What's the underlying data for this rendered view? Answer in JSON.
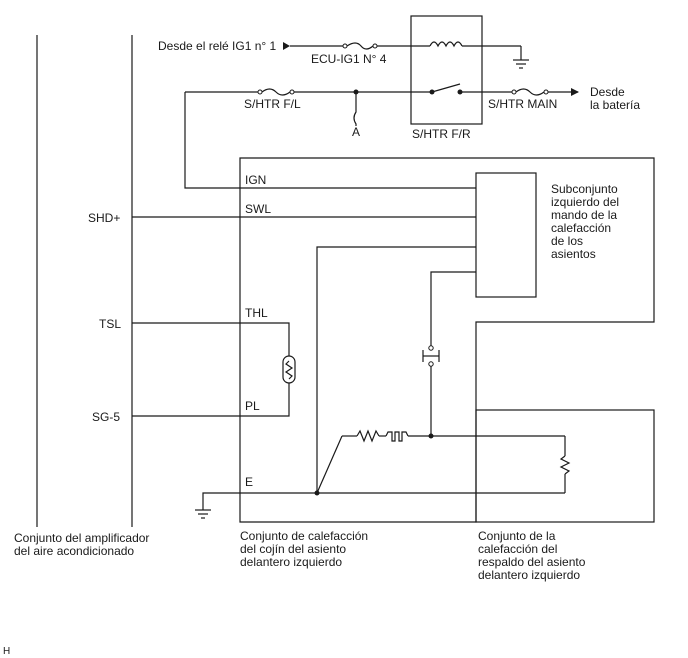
{
  "components": {
    "amplifier": "Conjunto del amplificador\ndel aire acondicionado",
    "cushion_heater": "Conjunto de calefacción\ndel cojín del asiento\ndelantero izquierdo",
    "back_heater": "Conjunto de la\ncalefacción del\nrespaldo del asiento\ndelantero izquierdo",
    "control_switch": "Subconjunto\nizquierdo del\nmando de la\ncalefacción\nde los\nasientos"
  },
  "relay": "S/HTR F/R",
  "fuses": {
    "ecu": "ECU-IG1 N° 4",
    "shtr_fl": "S/HTR F/L",
    "main": "S/HTR MAIN"
  },
  "sources": {
    "ig1": "Desde el relé IG1 n° 1",
    "battery": "Desde\nla batería"
  },
  "amp_terminals": {
    "shd": "SHD+",
    "tsl": "TSL",
    "sg5": "SG-5"
  },
  "cushion_terminals": {
    "ign": "IGN",
    "swl": "SWL",
    "thl": "THL",
    "pl": "PL",
    "e": "E"
  },
  "junction": "A",
  "footer": "H"
}
